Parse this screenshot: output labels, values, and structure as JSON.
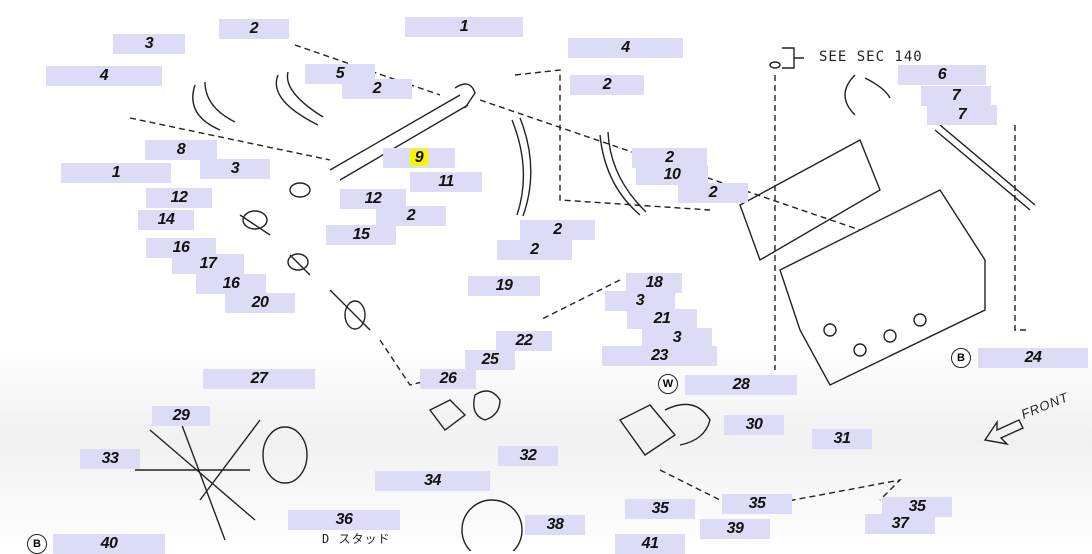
{
  "diagram": {
    "labels": [
      "1",
      "2",
      "3",
      "4",
      "5",
      "2",
      "4",
      "2",
      "6",
      "7",
      "7",
      "8",
      "9",
      "3",
      "1",
      "11",
      "2",
      "10",
      "2",
      "12",
      "12",
      "14",
      "2",
      "15",
      "2",
      "16",
      "2",
      "17",
      "16",
      "19",
      "18",
      "20",
      "3",
      "21",
      "3",
      "22",
      "23",
      "25",
      "24",
      "26",
      "27",
      "28",
      "29",
      "30",
      "31",
      "33",
      "32",
      "34",
      "35",
      "35",
      "35",
      "36",
      "37",
      "38",
      "39",
      "40",
      "41"
    ],
    "highlighted_label": "9",
    "see_section_note": "SEE SEC 140",
    "stud_note": "D スタッド",
    "front_indicator": "FRONT",
    "marker_b": "B",
    "marker_w": "W",
    "highlight_color": "#f7f700",
    "label_bg_color": "#dcdcf7"
  }
}
